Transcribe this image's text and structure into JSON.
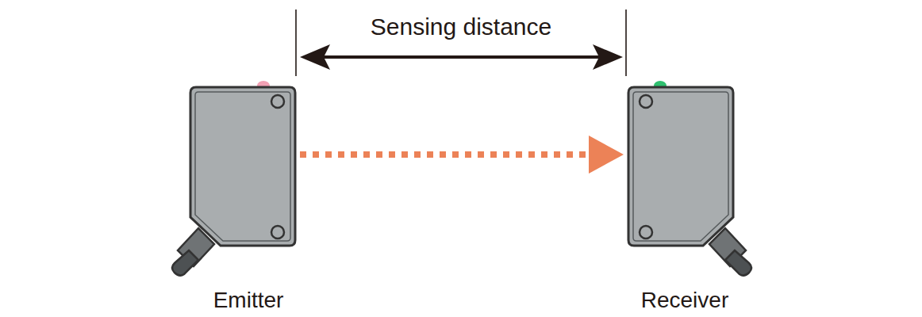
{
  "diagram": {
    "nodes": [
      {
        "text": [
          "Emitter"
        ]
      },
      {
        "text": [
          "Receiver"
        ]
      }
    ],
    "edges": [
      {
        "from": 0,
        "to": 1,
        "arrow": "to"
      }
    ],
    "labels": [
      "Sensing distance"
    ]
  }
}
